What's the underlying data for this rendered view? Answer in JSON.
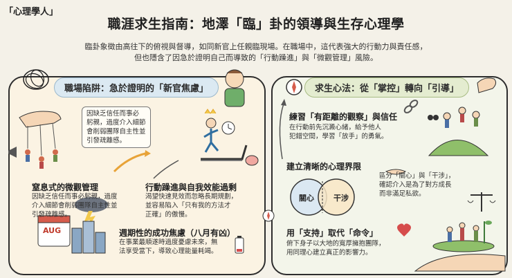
{
  "brand": "「心理學人」",
  "title": "職涯求生指南：地澤「臨」卦的領導與生存心理學",
  "intro": [
    "臨卦象徵由高往下的俯視與督導，如同新官上任親臨現場。在職場中，這代表強大的行動力與責任感，",
    "但也隱含了因急於證明自己而導致的「行動躁進」與「微觀管理」風險。"
  ],
  "left": {
    "banner": "職場陷阱：急於證明的「新官焦慮」",
    "callout": [
      "因缺乏信任而事必",
      "躬親，過度介入細節",
      "會削弱團隊自主性並",
      "引發疏離感。"
    ],
    "micro": {
      "title": "窒息式的微觀管理",
      "body": [
        "因缺乏信任而事必躬親，過度",
        "介入細節會削弱團隊自主性並",
        "引發疏離感。"
      ]
    },
    "rush": {
      "title": "行動躁進與自我效能過剩",
      "body": [
        "渴望快速見效而忽略長期規劃，",
        "並容易陷入「只有我的方法才",
        "正確」的傲慢。"
      ]
    },
    "cycle": {
      "title": "週期性的成功焦慮（八月有凶）",
      "body": [
        "在事業最順遂時過度憂慮未來，無",
        "法享受當下，導致心理能量耗竭。"
      ]
    },
    "calendar_label": "AUG"
  },
  "right": {
    "banner": "求生心法：從「掌控」轉向「引導」",
    "observe": {
      "title": "練習「有距離的觀察」與信任",
      "body": [
        "在行動前先沉澱心緒，給予他人",
        "犯錯空間，學習「放手」的勇氣。"
      ]
    },
    "boundary": {
      "title": "建立清晰的心理界限",
      "left_circle": "關心",
      "right_circle": "干涉",
      "body": [
        "區分「關心」與「干涉」，",
        "確認介入是為了對方成長",
        "而非滿足私欲。"
      ]
    },
    "support": {
      "title": "用「支持」取代「命令」",
      "body": [
        "俯下身子以大地的寬厚擁抱團隊，",
        "用同理心建立真正的影響力。"
      ]
    }
  },
  "colors": {
    "background": "#f4f1e8",
    "left_panel": "#fbf3e3",
    "right_panel": "#f3f5ea",
    "banner_left": "#dbe9f2",
    "banner_right": "#e4ecd0",
    "arrow": "#e8a338"
  }
}
